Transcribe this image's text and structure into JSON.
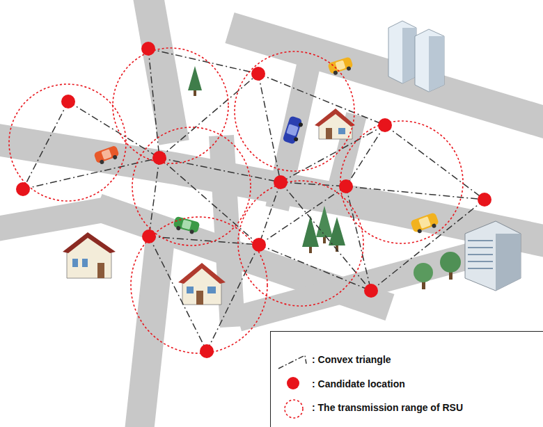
{
  "diagram": {
    "legend": [
      {
        "text": ": Convex triangle"
      },
      {
        "text": ": Candidate location"
      },
      {
        "text": ": The transmission range of RSU"
      }
    ]
  }
}
